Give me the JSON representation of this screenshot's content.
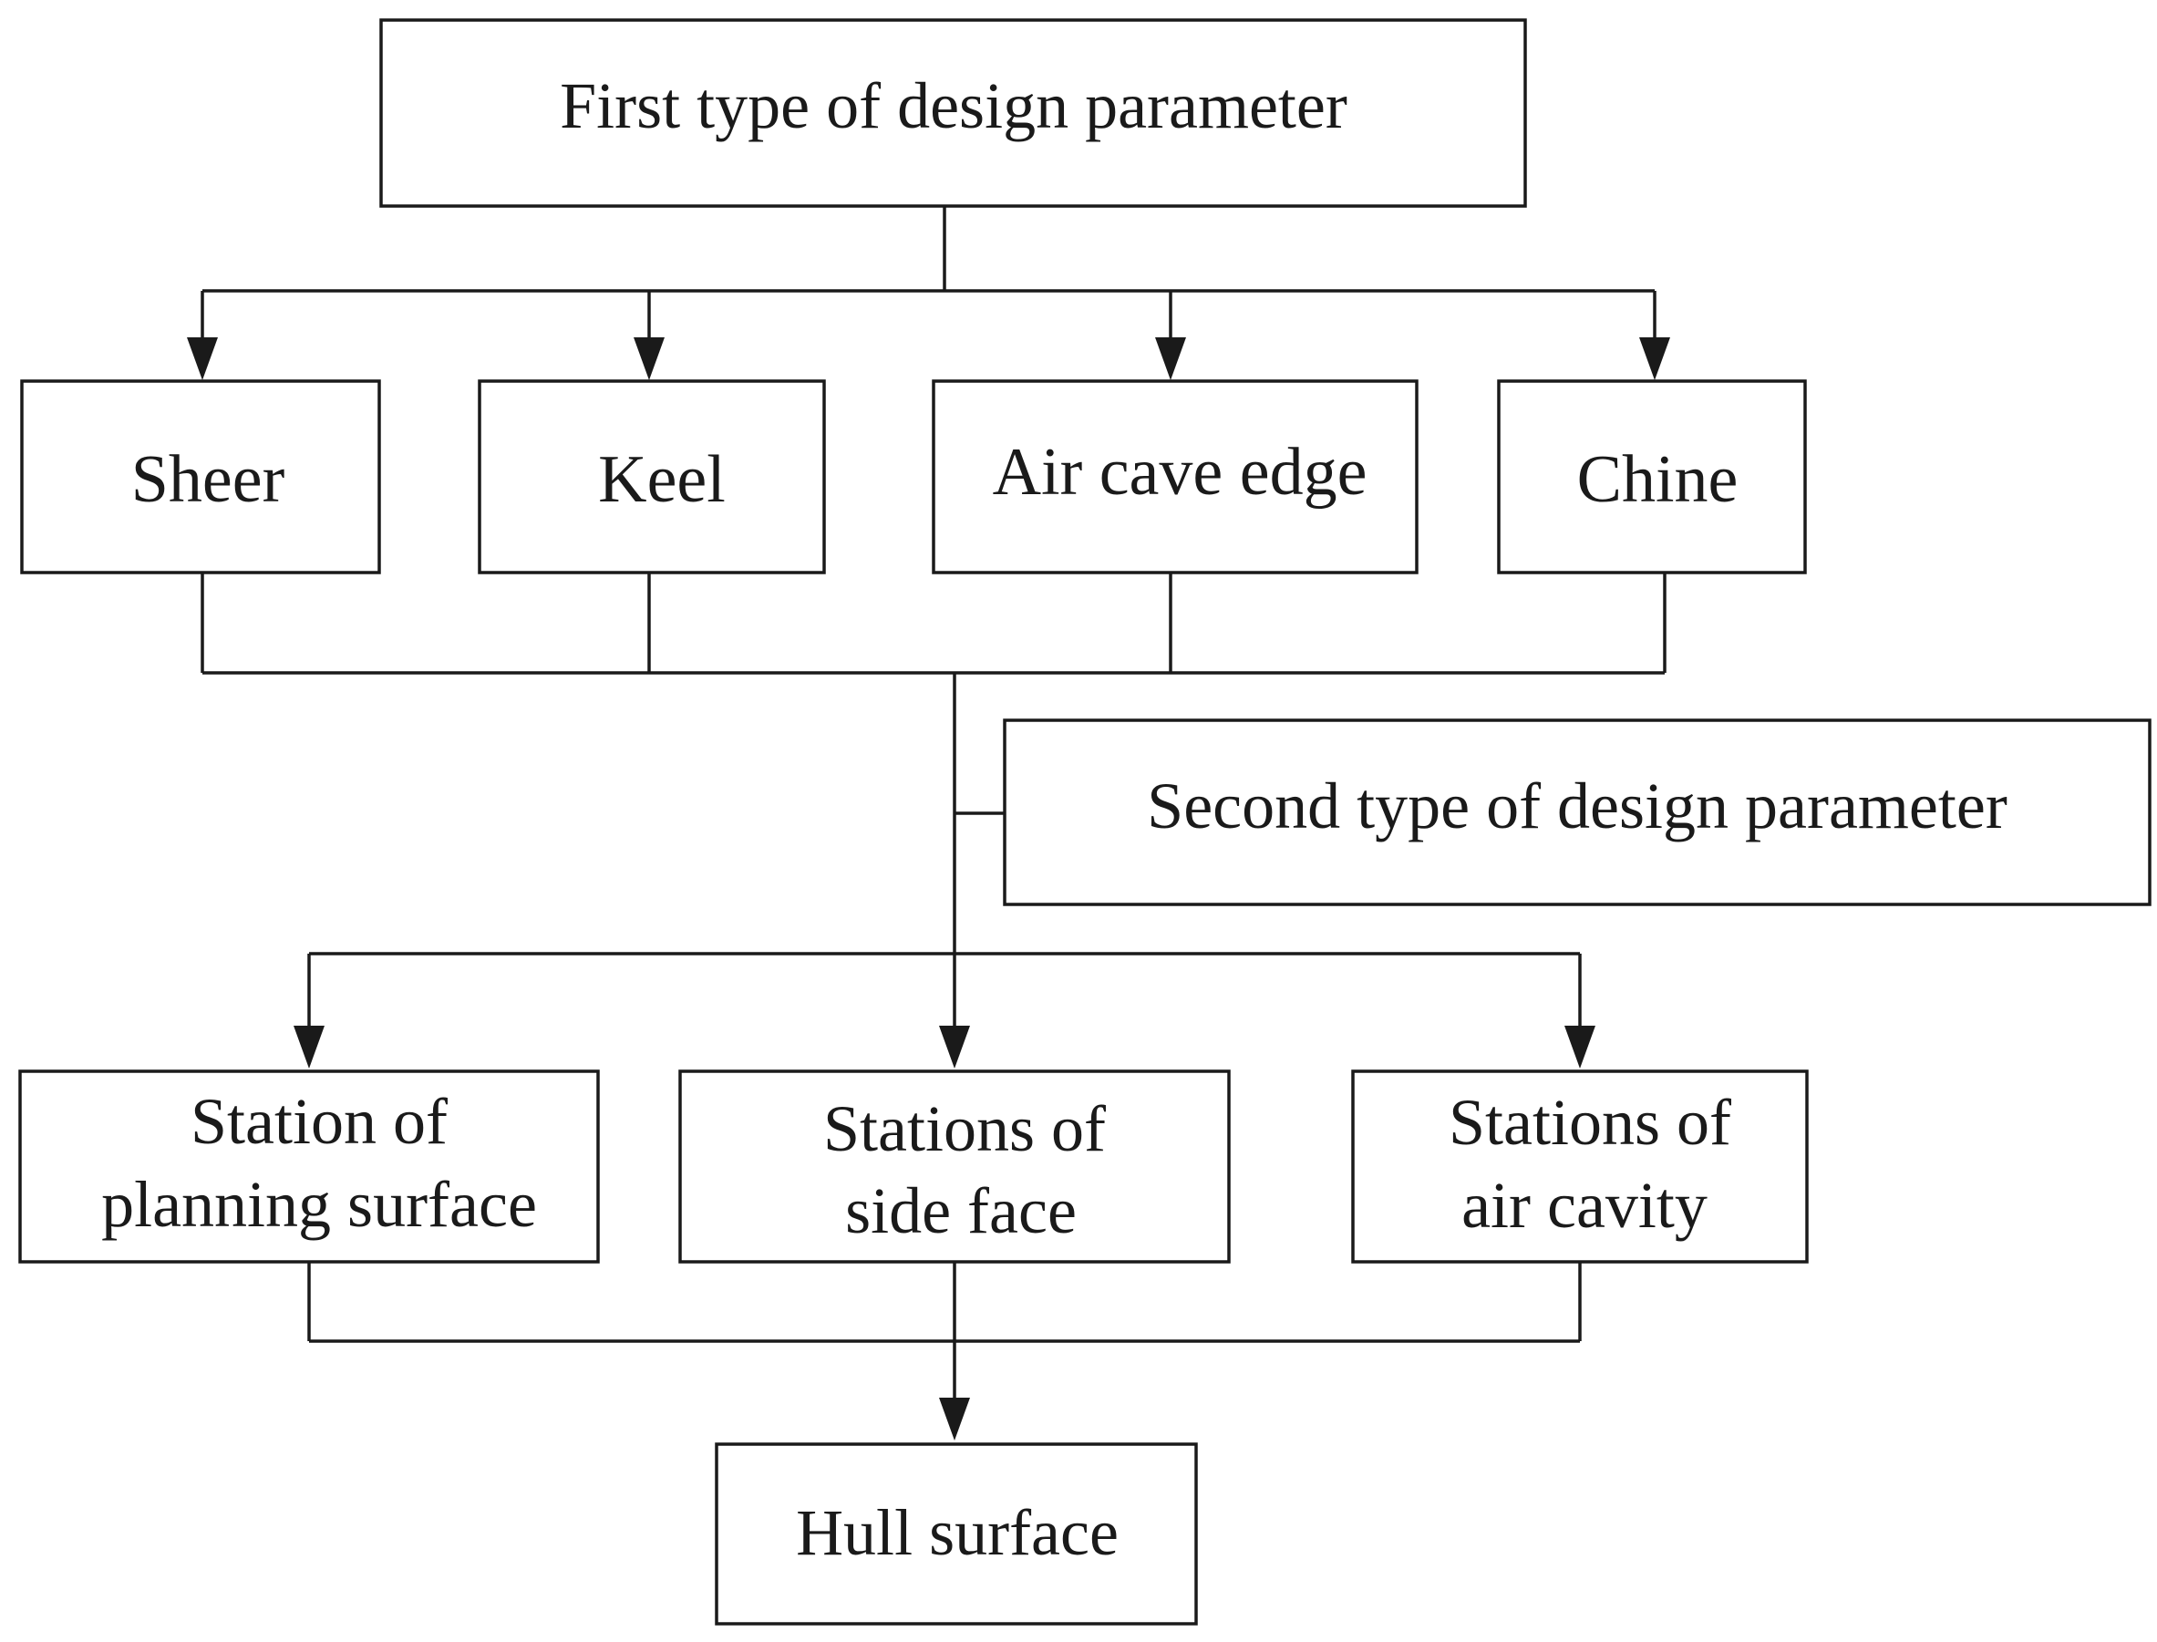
{
  "nodes": {
    "first_type": {
      "lines": [
        "First type of design parameter"
      ]
    },
    "sheer": {
      "lines": [
        "Sheer"
      ]
    },
    "keel": {
      "lines": [
        "Keel"
      ]
    },
    "air_cave_edge": {
      "lines": [
        "Air cave edge"
      ]
    },
    "chine": {
      "lines": [
        "Chine"
      ]
    },
    "second_type": {
      "lines": [
        "Second type of design parameter"
      ]
    },
    "station_planning": {
      "lines": [
        "Station of",
        "planning surface"
      ]
    },
    "stations_side": {
      "lines": [
        "Stations of",
        "side face"
      ]
    },
    "stations_air": {
      "lines": [
        "Stations of",
        "air cavity"
      ]
    },
    "hull_surface": {
      "lines": [
        "Hull surface"
      ]
    }
  }
}
